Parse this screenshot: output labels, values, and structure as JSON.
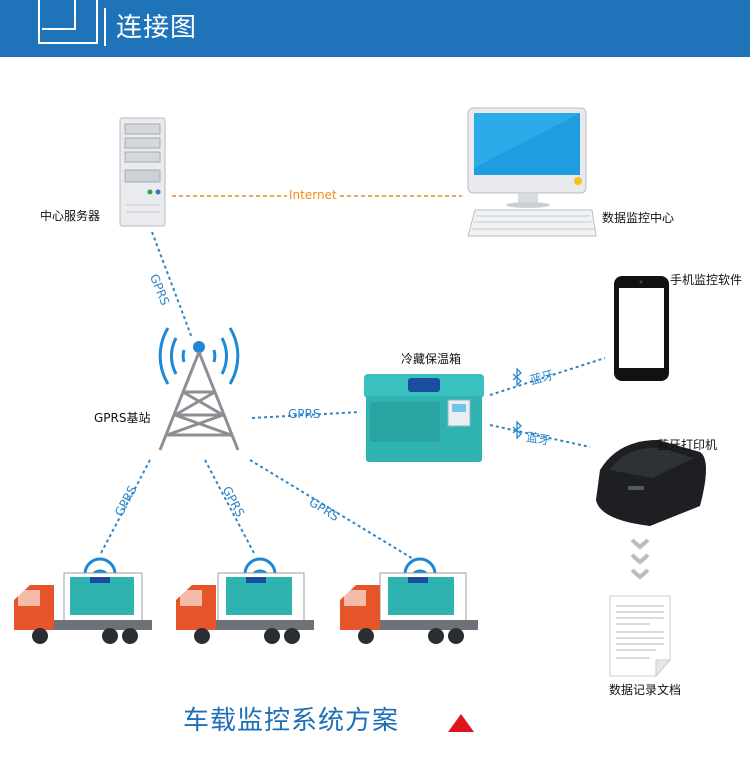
{
  "header": {
    "title": "连接图"
  },
  "nodes": {
    "server": "中心服务器",
    "monitor_center": "数据监控中心",
    "mobile_app": "手机监控软件",
    "cold_box": "冷藏保温箱",
    "gprs_station": "GPRS基站",
    "printer": "蓝牙打印机",
    "data_doc": "数据记录文档"
  },
  "links": {
    "internet": "Internet",
    "gprs_server": "GPRS",
    "gprs_box": "GPRS",
    "gprs_truck1": "GPRS",
    "gprs_truck2": "GPRS",
    "gprs_truck3": "GPRS",
    "bluetooth_phone": "蓝牙",
    "bluetooth_printer": "蓝牙"
  },
  "footer": {
    "title": "车载监控系统方案"
  },
  "colors": {
    "brand_blue": "#1e73b9",
    "link_blue": "#2e86c8",
    "internet_orange": "#f28c1a",
    "accent_red": "#e0141e",
    "box_teal": "#2fb3b0",
    "truck_orange": "#e6552a"
  }
}
